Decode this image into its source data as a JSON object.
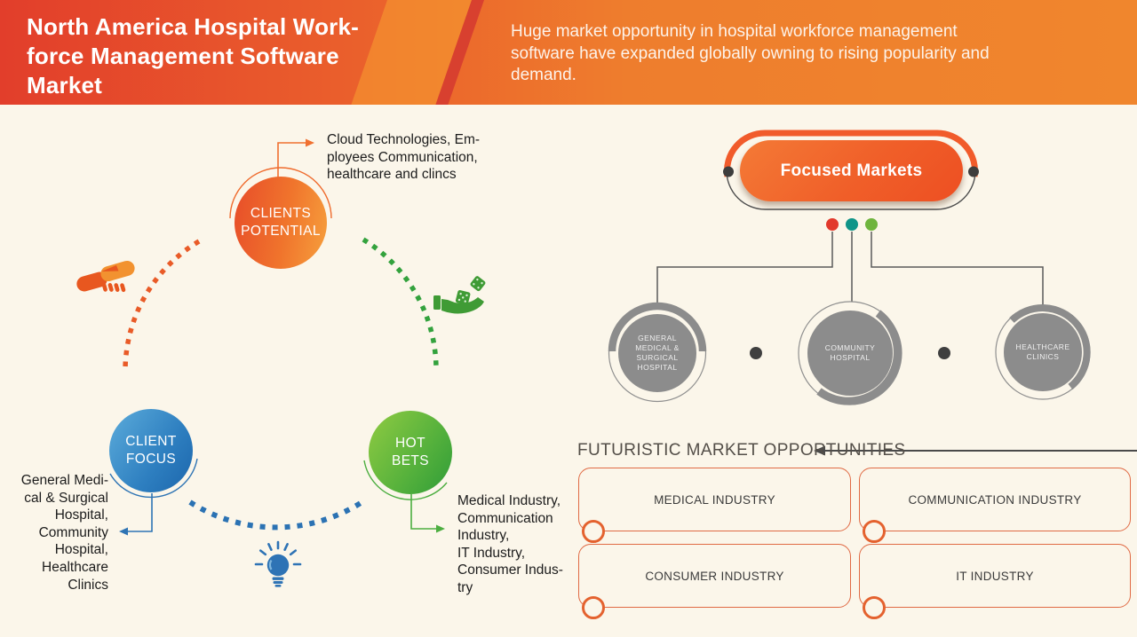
{
  "header": {
    "title_lines": [
      "North America Hospital Work-",
      "force Management Software",
      "Market"
    ],
    "subtitle_lines": [
      "Huge market opportunity in hospital workforce management",
      "software have expanded globally owning to rising popularity and",
      "demand."
    ]
  },
  "left_diagram": {
    "clients_potential": {
      "label_lines": [
        "CLIENTS",
        "POTENTIAL"
      ],
      "annotation_lines": [
        "Cloud Technologies, Em-",
        "ployees Communication,",
        "healthcare and clincs"
      ]
    },
    "client_focus": {
      "label_lines": [
        "CLIENT",
        "FOCUS"
      ],
      "annotation_lines": [
        "General Medi-",
        "cal & Surgical",
        "Hospital,",
        "Community",
        "Hospital,",
        "Healthcare",
        "Clinics"
      ]
    },
    "hot_bets": {
      "label_lines": [
        "HOT",
        "BETS"
      ],
      "annotation_lines": [
        "Medical Industry,",
        "Communication",
        "Industry,",
        "IT Industry,",
        "Consumer Indus-",
        "try"
      ]
    },
    "icons": [
      "handshake-icon",
      "dice-hand-icon",
      "lightbulb-icon"
    ]
  },
  "focused_markets": {
    "title": "Focused Markets",
    "nodes": [
      {
        "label_lines": [
          "GENERAL",
          "MEDICAL &",
          "SURGICAL HOSPITAL"
        ]
      },
      {
        "label_lines": [
          "COMMUNITY",
          "HOSPITAL"
        ]
      },
      {
        "label_lines": [
          "HEALTHCARE",
          "CLINICS"
        ]
      }
    ]
  },
  "futuristic": {
    "title": "FUTURISTIC MARKET OPPORTUNITIES",
    "boxes": [
      "MEDICAL INDUSTRY",
      "COMMUNICATION INDUSTRY",
      "CONSUMER INDUSTRY",
      "IT INDUSTRY"
    ]
  },
  "colors": {
    "accent_orange": "#f15b2b",
    "header_red": "#e23e2b",
    "dot_red": "#e2392c",
    "dot_teal": "#0f9488",
    "dot_green": "#6fb43d",
    "blue": "#2e74b4",
    "green": "#33a23d",
    "node_gray": "#8c8c8c",
    "background_cream": "#fbf6ea"
  }
}
